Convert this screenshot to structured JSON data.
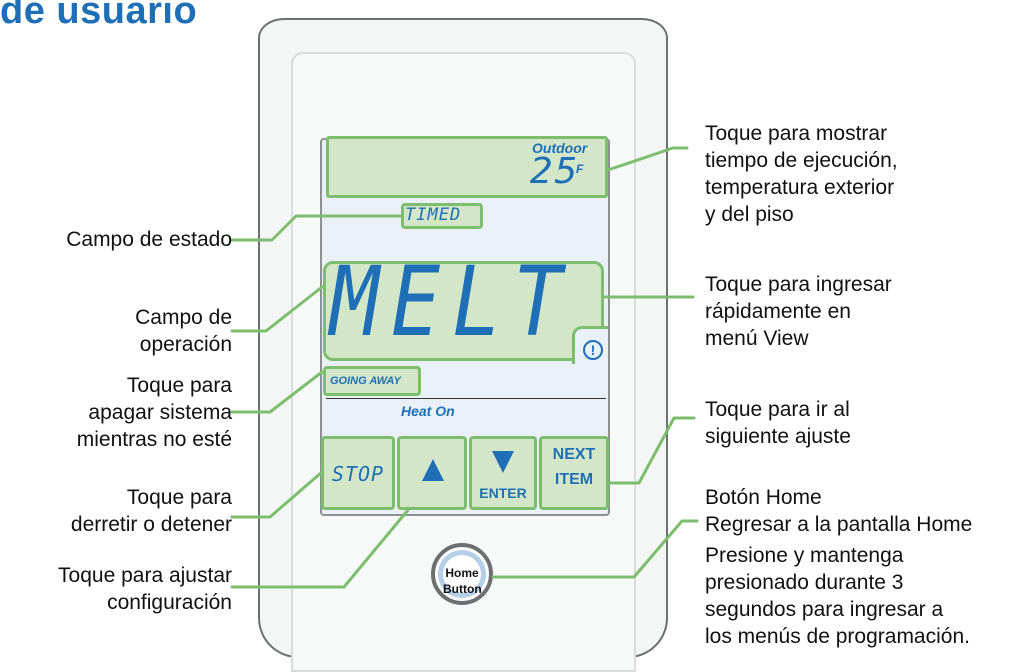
{
  "title": "de usuario",
  "display": {
    "outdoor_label": "Outdoor",
    "outdoor_temp": "25",
    "outdoor_unit": "F",
    "status": "TIMED",
    "mode": "MELT",
    "alert_symbol": "!",
    "away_label": "GOING AWAY",
    "heat_status": "Heat On"
  },
  "buttons": {
    "stop": "STOP",
    "up_icon": "up-arrow-icon",
    "down_enter": "ENTER",
    "next_line1": "NEXT",
    "next_line2": "ITEM",
    "home_line1": "Home",
    "home_line2": "Button"
  },
  "callouts": {
    "status_field": "Campo de estado",
    "operation_field": [
      "Campo de",
      "operación"
    ],
    "away": [
      "Toque para",
      "apagar sistema",
      "mientras no esté"
    ],
    "stop": [
      "Toque para",
      "derretir o detener"
    ],
    "adjust": [
      "Toque para ajustar",
      "configuración"
    ],
    "top_right": [
      "Toque para mostrar",
      "tiempo de ejecución,",
      "temperatura exterior",
      "y del piso"
    ],
    "view_menu": [
      "Toque para ingresar",
      "rápidamente en",
      "menú View"
    ],
    "next": [
      "Toque para ir al",
      "siguiente ajuste"
    ],
    "home": [
      "Botón Home",
      "Regresar a la pantalla Home"
    ],
    "hold": [
      "Presione y mantenga",
      "presionado durante 3",
      "segundos para ingresar a",
      "los menús de programación."
    ]
  },
  "colors": {
    "accent": "#1f6fb6",
    "lcd_green": "#d3e7c8",
    "lcd_border": "#7dbe6e",
    "leader_line": "#7dbe6e"
  }
}
